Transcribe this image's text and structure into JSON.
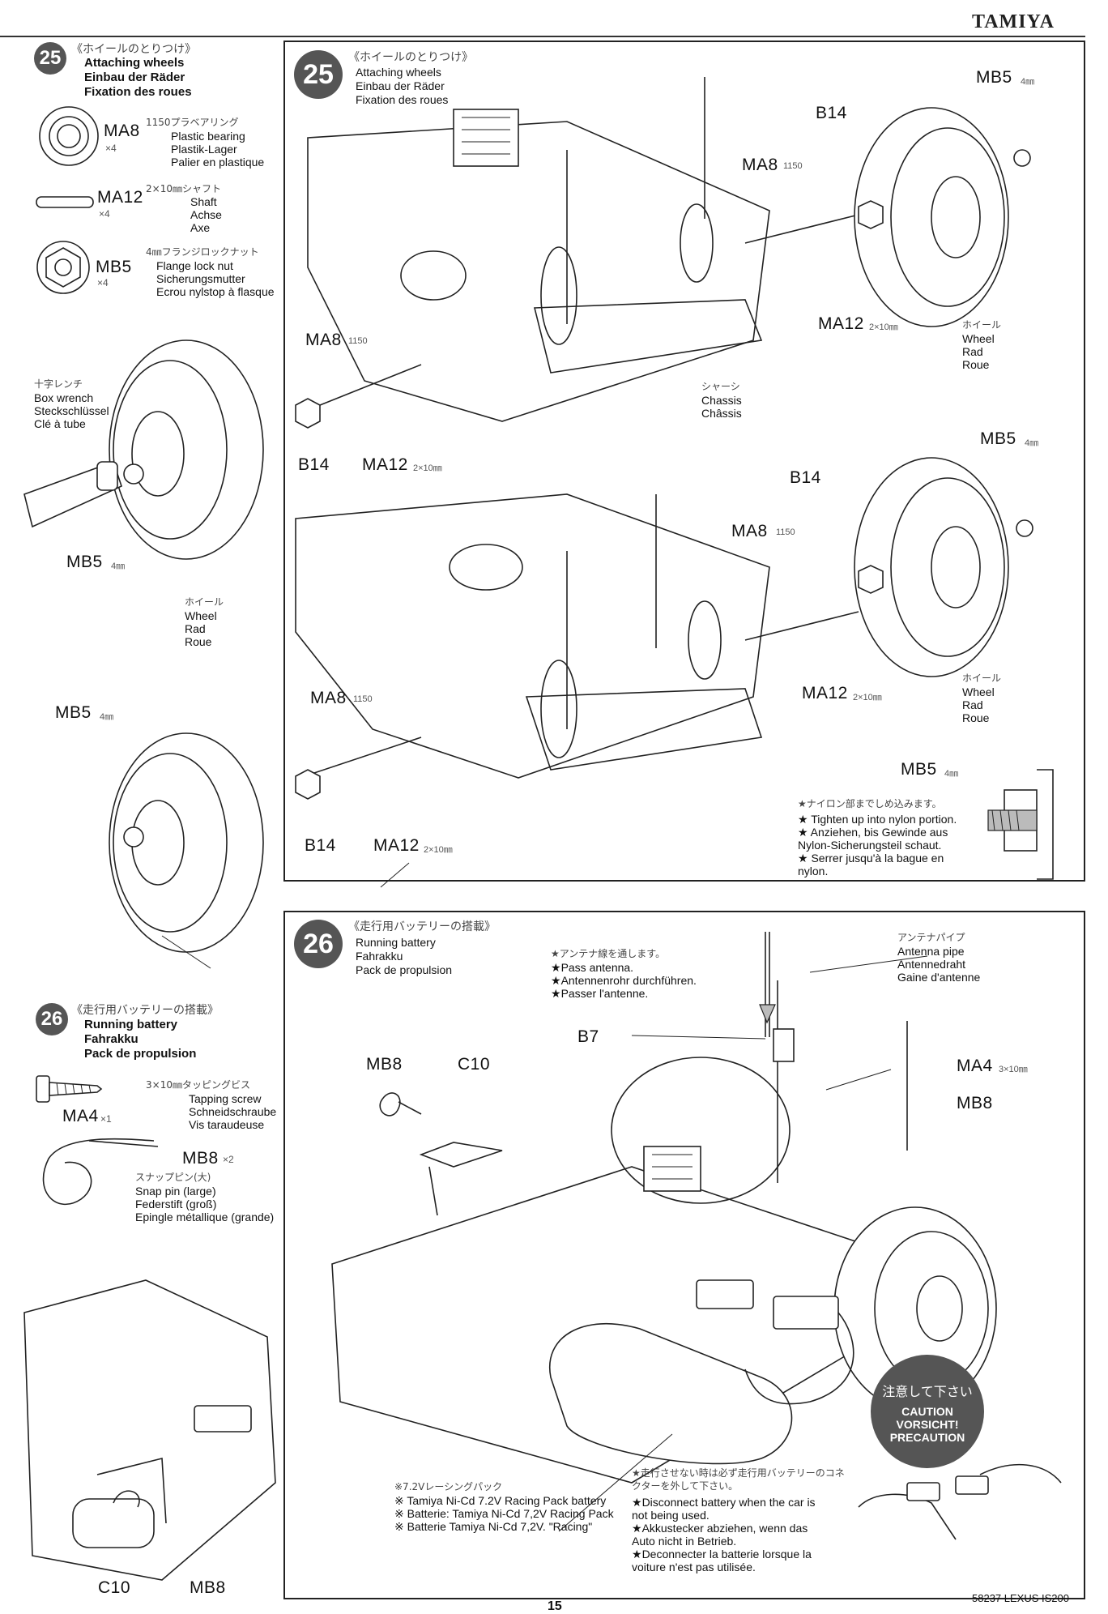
{
  "brand": "TAMIYA",
  "footer": {
    "model": "58237 LEXUS IS200",
    "page_number": "15"
  },
  "step25": {
    "number": "25",
    "title_jp": "《ホイールのとりつけ》",
    "title_en": "Attaching wheels",
    "title_de": "Einbau der Räder",
    "title_fr": "Fixation des roues",
    "parts": [
      {
        "code": "MA8",
        "qty": "×4",
        "jp": "1150プラベアリング",
        "en": "Plastic bearing",
        "de": "Plastik-Lager",
        "fr": "Palier en plastique"
      },
      {
        "code": "MA12",
        "qty": "×4",
        "jp": "2×10㎜シャフト",
        "en": "Shaft",
        "de": "Achse",
        "fr": "Axe"
      },
      {
        "code": "MB5",
        "qty": "×4",
        "jp": "4㎜フランジロックナット",
        "en": "Flange lock nut",
        "de": "Sicherungsmutter",
        "fr": "Ecrou nylstop à flasque"
      }
    ],
    "tool": {
      "jp": "十字レンチ",
      "en": "Box wrench",
      "de": "Steckschlüssel",
      "fr": "Clé à tube"
    },
    "wheel": {
      "jp": "ホイール",
      "en": "Wheel",
      "de": "Rad",
      "fr": "Roue"
    },
    "chassis": {
      "jp": "シャーシ",
      "en": "Chassis",
      "fr": "Châssis"
    },
    "labels": {
      "mb5": "MB5",
      "mb5_size": "4㎜",
      "b14": "B14",
      "ma8": "MA8",
      "ma8_size": "1150",
      "ma12": "MA12",
      "ma12_size": "2×10㎜"
    },
    "note": {
      "jp": "★ナイロン部までしめ込みます。",
      "en": "Tighten up into nylon portion.",
      "de": "Anziehen, bis Gewinde aus Nylon-Sicherungsteil schaut.",
      "fr": "Serrer jusqu'à la bague en nylon."
    }
  },
  "step26": {
    "number": "26",
    "title_jp": "《走行用バッテリーの搭載》",
    "title_en": "Running battery",
    "title_de": "Fahrakku",
    "title_fr": "Pack de propulsion",
    "parts": [
      {
        "code": "MA4",
        "qty": "×1",
        "jp": "3×10㎜タッピングビス",
        "en": "Tapping screw",
        "de": "Schneidschraube",
        "fr": "Vis taraudeuse"
      },
      {
        "code": "MB8",
        "qty": "×2",
        "jp": "スナップピン(大)",
        "en": "Snap pin (large)",
        "de": "Federstift (groß)",
        "fr": "Epingle métallique (grande)"
      }
    ],
    "antenna_note": {
      "jp": "★アンテナ線を通します。",
      "en": "Pass antenna.",
      "de": "Antennenrohr durchführen.",
      "fr": "Passer l'antenne."
    },
    "antenna_pipe": {
      "jp": "アンテナパイプ",
      "en": "Antenna pipe",
      "de": "Antennedraht",
      "fr": "Gaine d'antenne"
    },
    "labels": {
      "b7": "B7",
      "mb8": "MB8",
      "c10": "C10",
      "ma4": "MA4",
      "ma4_size": "3×10㎜"
    },
    "battery": {
      "jp": "※7.2Vレーシングパック",
      "en": "Tamiya Ni-Cd 7.2V Racing Pack battery",
      "de": "Batterie: Tamiya Ni-Cd 7,2V Racing Pack",
      "fr": "Batterie Tamiya Ni-Cd 7,2V. \"Racing\""
    },
    "disconnect": {
      "jp": "★走行させない時は必ず走行用バッテリーのコネクターを外して下さい。",
      "en": "Disconnect battery when the car is not being used.",
      "de": "Akkustecker abziehen, wenn das Auto nicht in Betrieb.",
      "fr": "Deconnecter la batterie lorsque la voiture n'est pas utilisée."
    },
    "caution": {
      "jp": "注意して下さい",
      "en": "CAUTION",
      "de": "VORSICHT!",
      "fr": "PRECAUTION"
    }
  }
}
